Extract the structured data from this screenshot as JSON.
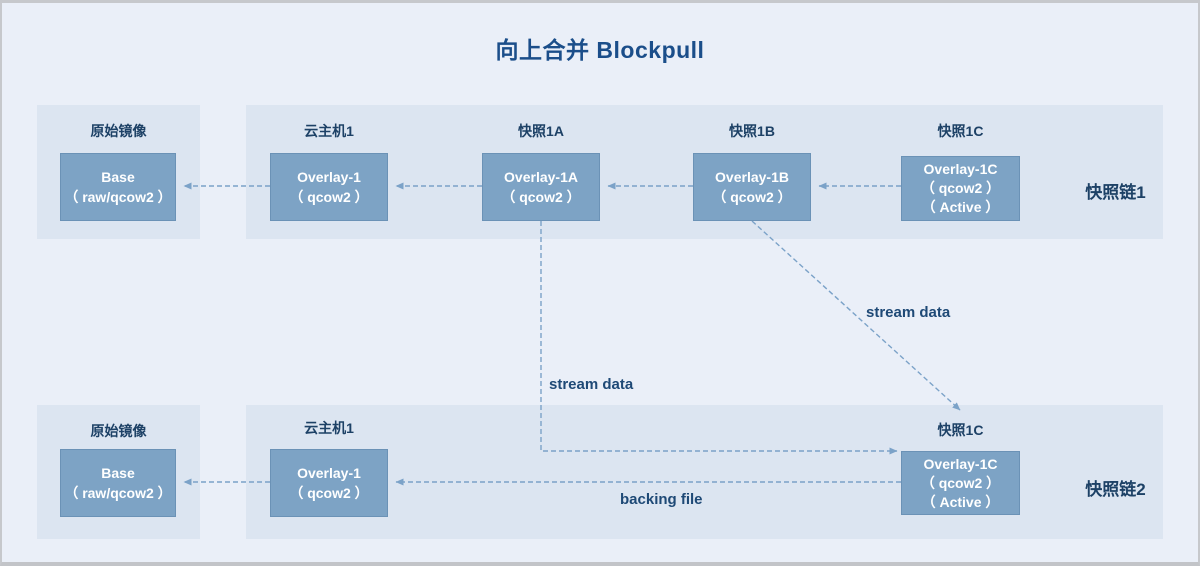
{
  "title": "向上合并 Blockpull",
  "colors": {
    "page_background": "#eaeff8",
    "panel_background": "#dce5f1",
    "box_fill": "#7da3c5",
    "box_border": "#6b92b6",
    "box_text": "#ffffff",
    "navy_text": "#1d4166",
    "title_text": "#1b4e8a",
    "arrow": "#7ba2c8"
  },
  "chain1": {
    "chain_label": "快照链1",
    "base": {
      "label": "原始镜像",
      "line1": "Base",
      "line2": "（ raw/qcow2 ）"
    },
    "nodes": [
      {
        "label": "云主机1",
        "line1": "Overlay-1",
        "line2": "（ qcow2 ）"
      },
      {
        "label": "快照1A",
        "line1": "Overlay-1A",
        "line2": "（ qcow2 ）"
      },
      {
        "label": "快照1B",
        "line1": "Overlay-1B",
        "line2": "（ qcow2 ）"
      },
      {
        "label": "快照1C",
        "line1": "Overlay-1C",
        "line2": "（ qcow2 ）",
        "line3": "（ Active ）"
      }
    ]
  },
  "chain2": {
    "chain_label": "快照链2",
    "base": {
      "label": "原始镜像",
      "line1": "Base",
      "line2": "（ raw/qcow2 ）"
    },
    "nodes": [
      {
        "label": "云主机1",
        "line1": "Overlay-1",
        "line2": "（ qcow2 ）"
      },
      {
        "label": "快照1C",
        "line1": "Overlay-1C",
        "line2": "（ qcow2 ）",
        "line3": "（ Active ）"
      }
    ]
  },
  "annotations": {
    "stream_data_1": "stream data",
    "stream_data_2": "stream data",
    "backing_file": "backing file"
  }
}
